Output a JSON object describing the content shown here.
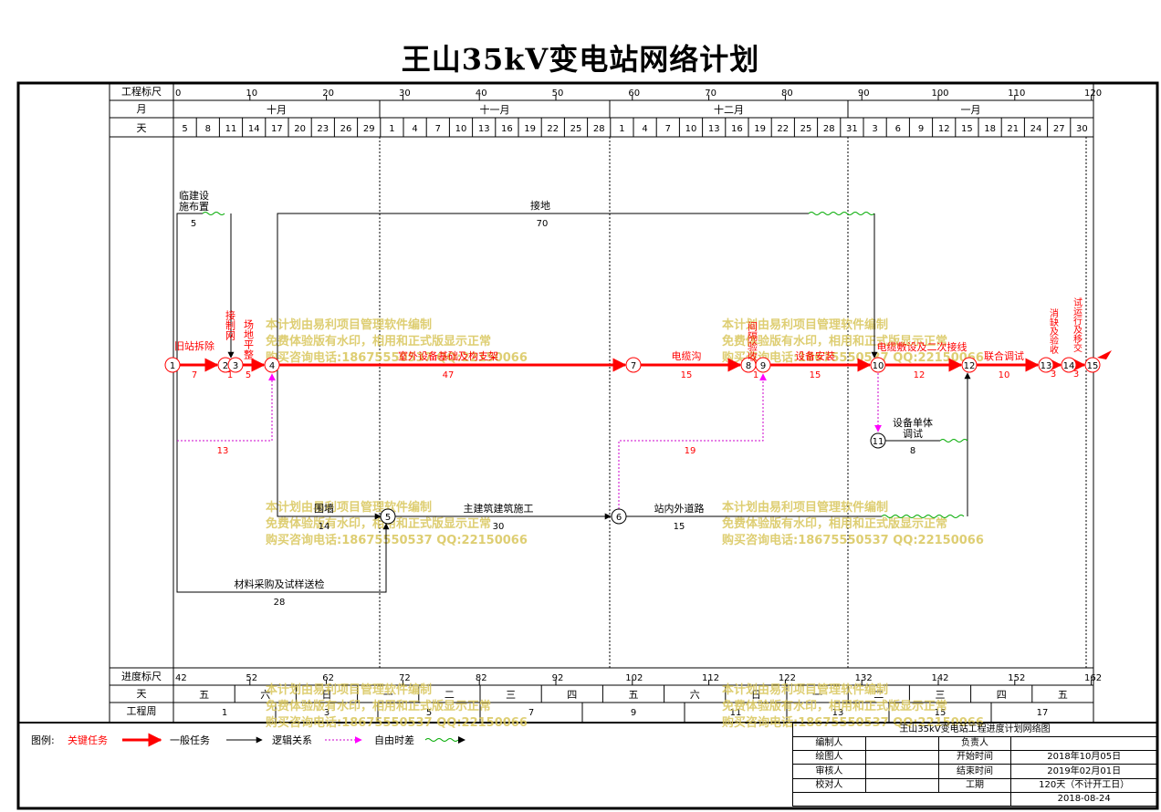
{
  "title": "王山35kV变电站网络计划",
  "header": {
    "ruler_label": "工程标尺",
    "ruler_ticks": [
      "0",
      "10",
      "20",
      "30",
      "40",
      "50",
      "60",
      "70",
      "80",
      "90",
      "100",
      "110",
      "120"
    ],
    "month_label": "月",
    "months": [
      "十月",
      "十一月",
      "十二月",
      "一月"
    ],
    "day_label": "天",
    "days": [
      "5",
      "8",
      "11",
      "14",
      "17",
      "20",
      "23",
      "26",
      "29",
      "1",
      "4",
      "7",
      "10",
      "13",
      "16",
      "19",
      "22",
      "25",
      "28",
      "1",
      "4",
      "7",
      "10",
      "13",
      "16",
      "19",
      "22",
      "25",
      "28",
      "31",
      "3",
      "6",
      "9",
      "12",
      "15",
      "18",
      "21",
      "24",
      "27",
      "30"
    ]
  },
  "footer": {
    "progress_label": "进度标尺",
    "progress_ticks": [
      "42",
      "52",
      "62",
      "72",
      "82",
      "92",
      "102",
      "112",
      "122",
      "132",
      "142",
      "152",
      "162"
    ],
    "weekday_label": "天",
    "weekdays": [
      "五",
      "六",
      "日",
      "一",
      "二",
      "三",
      "四",
      "五",
      "六",
      "日",
      "一",
      "二",
      "三",
      "四",
      "五"
    ],
    "week_label": "工程周",
    "weeks": [
      "1",
      "3",
      "5",
      "7",
      "9",
      "11",
      "13",
      "15",
      "17"
    ]
  },
  "nodes": [
    "1",
    "2",
    "3",
    "4",
    "5",
    "6",
    "7",
    "8",
    "9",
    "10",
    "11",
    "12",
    "13",
    "14",
    "15"
  ],
  "tasks": {
    "t1": {
      "name": "旧站拆除",
      "dur": "7"
    },
    "t2": {
      "name": "接制网",
      "dur": "1"
    },
    "t3": {
      "name": "场地平整",
      "dur": "5"
    },
    "t4": {
      "name": "室外设备基础及构支架",
      "dur": "47"
    },
    "t5": {
      "name": "电缆沟",
      "dur": "15"
    },
    "t6": {
      "name": "间隔验收",
      "dur": "1"
    },
    "t7": {
      "name": "设备安装",
      "dur": "15"
    },
    "t8": {
      "name": "电缆敷设及二次接线",
      "dur": "12"
    },
    "t9": {
      "name": "联合调试",
      "dur": "10"
    },
    "t10": {
      "name": "消缺及验收",
      "dur": "3"
    },
    "t11": {
      "name": "试运行及移交",
      "dur": "3"
    },
    "t12": {
      "name": "临建设施布置",
      "dur": "5"
    },
    "t13": {
      "name": "接地",
      "dur": "70"
    },
    "t14": {
      "name": "围墙",
      "dur": "14"
    },
    "t15": {
      "name": "主建筑建筑施工",
      "dur": "30"
    },
    "t16": {
      "name": "站内外道路",
      "dur": "15"
    },
    "t17": {
      "name": "材料采购及试样送检",
      "dur": "28"
    },
    "t18": {
      "name": "设备单体调试",
      "dur": "8"
    },
    "free1": "13",
    "free2": "19"
  },
  "watermark": [
    "本计划由易利项目管理软件编制",
    "免费体验版有水印，相用和正式版显示正常",
    "购买咨询电话:18675550537 QQ:22150066"
  ],
  "legend": {
    "label": "图例:",
    "critical": "关键任务",
    "normal": "一般任务",
    "logic": "逻辑关系",
    "free": "自由时差"
  },
  "info": {
    "doc_title": "王山35kV变电站工程进度计划网络图",
    "editor": "编制人",
    "responsible": "负责人",
    "drawer": "绘图人",
    "start_label": "开始时间",
    "start": "2018年10月05日",
    "reviewer": "审核人",
    "end_label": "结束时间",
    "end": "2019年02月01日",
    "checker": "校对人",
    "duration_label": "工期",
    "duration": "120天（不计开工日）",
    "date": "2018-08-24"
  },
  "colors": {
    "critical": "#ff0000",
    "free": "#cc00cc",
    "freeArrow": "#ff00ff",
    "wave": "#00aa00",
    "watermark": "#d8c65a"
  }
}
